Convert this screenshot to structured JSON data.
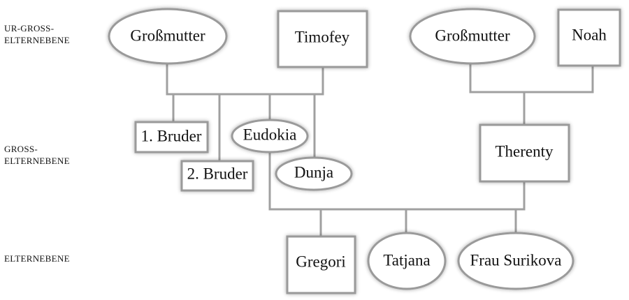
{
  "levels": {
    "great_grandparents": [
      "UR-GROSS-",
      "ELTERNEBENE"
    ],
    "grandparents": [
      "GROSS-",
      "ELTERNEBENE"
    ],
    "parents": [
      "ELTERNEBENE"
    ]
  },
  "people": {
    "grossmutter_left": "Großmutter",
    "timofey": "Timofey",
    "grossmutter_right": "Großmutter",
    "noah": "Noah",
    "bruder1": "1. Bruder",
    "bruder2": "2. Bruder",
    "eudokia": "Eudokia",
    "dunja": "Dunja",
    "therenty": "Therenty",
    "gregori": "Gregori",
    "tatjana": "Tatjana",
    "frau_surikova": "Frau Surikova"
  },
  "colors": {
    "stroke": "#9a9a9a",
    "line": "#a0a0a0"
  }
}
